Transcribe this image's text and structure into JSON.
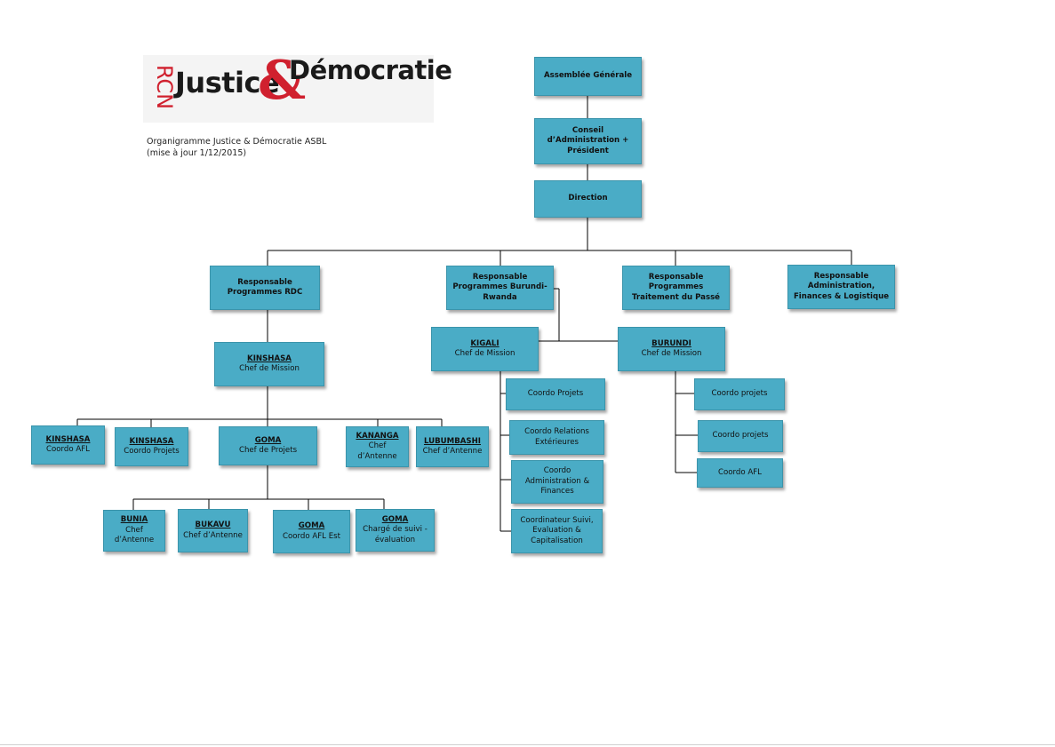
{
  "logo": {
    "rcn": "RCN",
    "justice": "Justice",
    "amp": "&",
    "democratie": "Démocratie"
  },
  "caption": {
    "line1": "Organigramme Justice & Démocratie ASBL",
    "line2": "(mise à jour 1/12/2015)"
  },
  "nodes": {
    "assemblee": "Assemblée Générale",
    "conseil": "Conseil d’Administration + Président",
    "direction": "Direction",
    "resp_rdc": "Responsable Programmes RDC",
    "resp_burundi": "Responsable Programmes Burundi-Rwanda",
    "resp_traitement": "Responsable Programmes Traitement du Passé",
    "resp_admin": "Responsable Administration, Finances & Logistique",
    "kinshasa_mission": {
      "title": "KINSHASA",
      "sub": "Chef de Mission"
    },
    "kigali": {
      "title": "KIGALI",
      "sub": "Chef de Mission"
    },
    "burundi": {
      "title": "BURUNDI",
      "sub": "Chef de Mission"
    },
    "kinshasa_afl": {
      "title": "KINSHASA",
      "sub": "Coordo AFL"
    },
    "kinshasa_projets": {
      "title": "KINSHASA",
      "sub": "Coordo Projets"
    },
    "goma_projets": {
      "title": "GOMA",
      "sub": "Chef de Projets"
    },
    "kananga": {
      "title": "KANANGA",
      "sub": "Chef d’Antenne"
    },
    "lubumbashi": {
      "title": "LUBUMBASHI",
      "sub": "Chef d’Antenne"
    },
    "bunia": {
      "title": "BUNIA",
      "sub": "Chef d’Antenne"
    },
    "bukavu": {
      "title": "BUKAVU",
      "sub": "Chef d’Antenne"
    },
    "goma_afl": {
      "title": "GOMA",
      "sub": "Coordo AFL Est"
    },
    "goma_suivi": {
      "title": "GOMA",
      "sub": "Chargé de suivi - évaluation"
    },
    "kig_coordo_projets": "Coordo Projets",
    "kig_relations": "Coordo Relations Extérieures",
    "kig_admin": "Coordo Administration & Finances",
    "kig_suivi": "Coordinateur Suivi, Evaluation & Capitalisation",
    "bur_coordo_projets_1": "Coordo projets",
    "bur_coordo_projets_2": "Coordo projets",
    "bur_coordo_afl": "Coordo AFL"
  },
  "colors": {
    "box_fill": "#4aacc6",
    "box_border": "#3b94ab",
    "line": "#000000",
    "logo_red": "#d0202e"
  }
}
